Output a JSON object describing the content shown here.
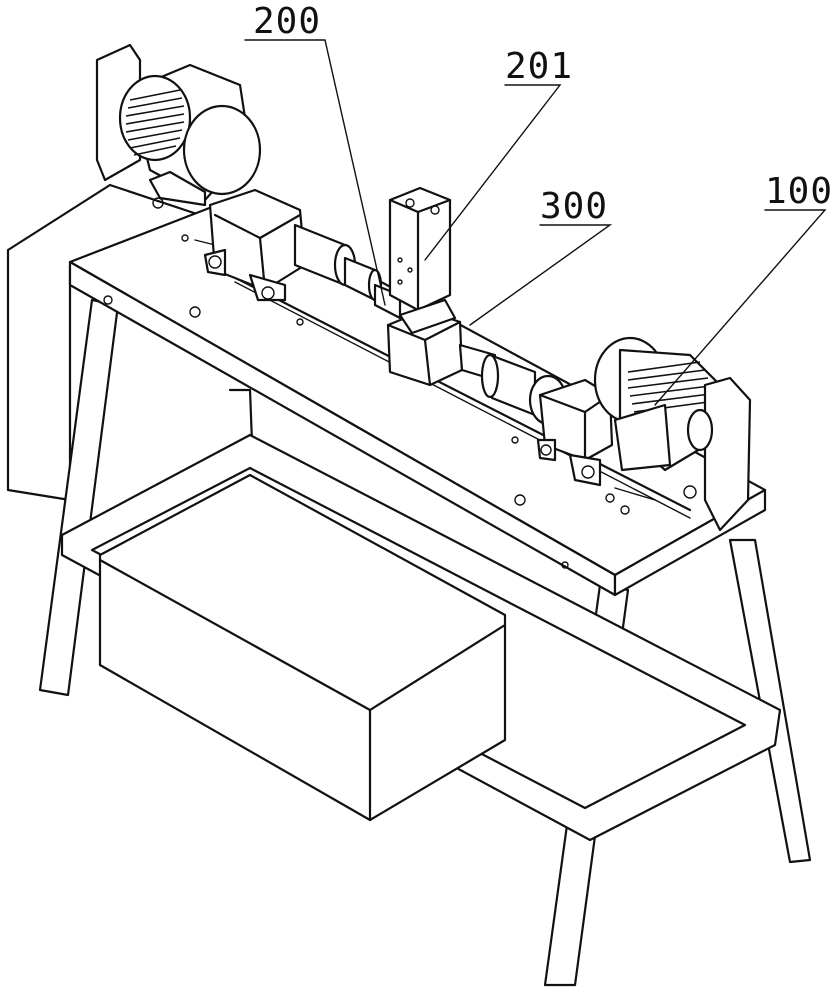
{
  "figure": {
    "labels": {
      "label_200": "200",
      "label_201": "201",
      "label_300": "300",
      "label_100": "100"
    }
  }
}
